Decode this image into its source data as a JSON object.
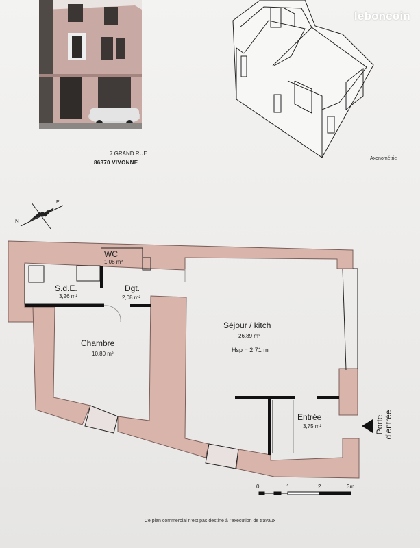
{
  "brand": {
    "name": "leboncoin",
    "color": "#ffffff"
  },
  "address": {
    "line1": "7 GRAND RUE",
    "line2": "86370 VIVONNE"
  },
  "axonometry": {
    "label": "Axonométrie"
  },
  "compass": {
    "north": "N",
    "east": "E"
  },
  "rooms": [
    {
      "name": "WC",
      "area": "1,08 m²"
    },
    {
      "name": "S.d.E.",
      "area": "3,26 m²"
    },
    {
      "name": "Dgt.",
      "area": "2,08 m²"
    },
    {
      "name": "Chambre",
      "area": "10,80 m²"
    },
    {
      "name": "Séjour / kitch",
      "area": "26,89 m²",
      "extra": "Hsp = 2,71 m"
    },
    {
      "name": "Entrée",
      "area": "3,75 m²"
    }
  ],
  "entrance": {
    "line1": "Porte",
    "line2": "d'entrée"
  },
  "scale": {
    "ticks": [
      "0",
      "1",
      "2",
      "3m"
    ]
  },
  "disclaimer": "Ce plan commercial n'est pas destiné à l'exécution de travaux",
  "colors": {
    "wall": "#d9b4ab",
    "wall_stroke": "#7a5f5a",
    "ink": "#222222"
  }
}
